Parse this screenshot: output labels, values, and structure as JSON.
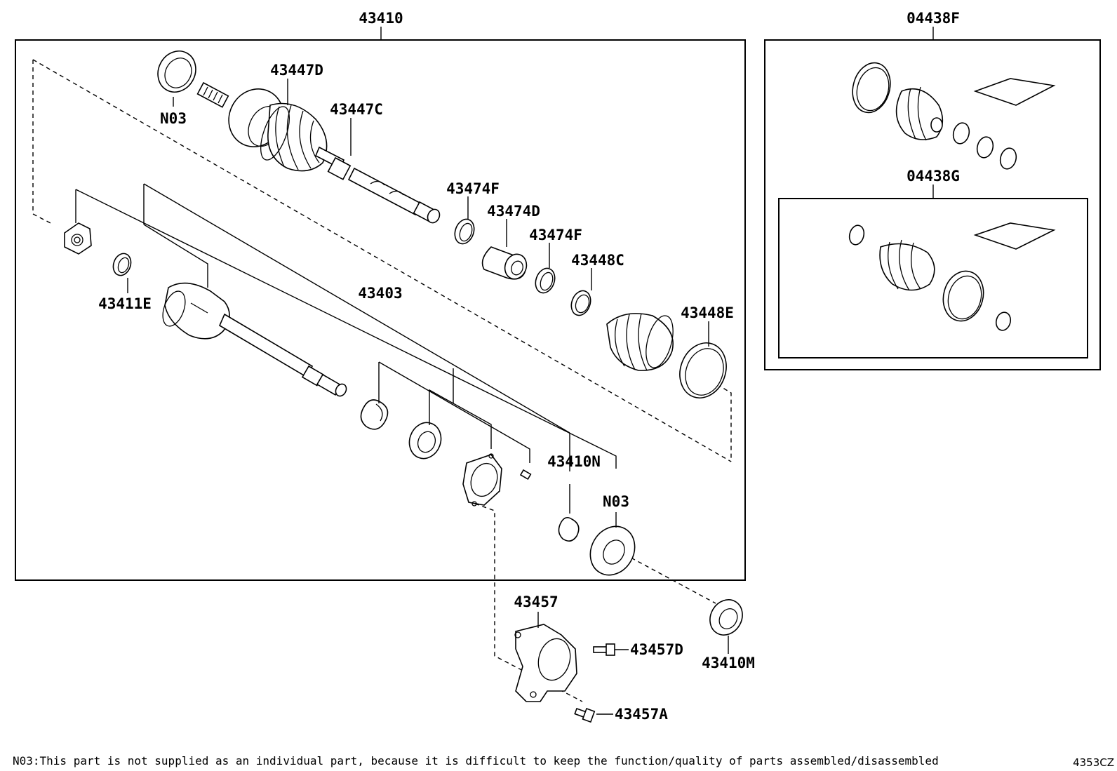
{
  "groups": {
    "main_kit": "43410",
    "boot_kit_outer": "04438F",
    "boot_kit_inner": "04438G"
  },
  "parts": {
    "n03_top": "N03",
    "p43447D": "43447D",
    "p43447C": "43447C",
    "p43474F_a": "43474F",
    "p43474D": "43474D",
    "p43474F_b": "43474F",
    "p43448C": "43448C",
    "p43448E": "43448E",
    "p43411E": "43411E",
    "p43403": "43403",
    "p43410N": "43410N",
    "n03_bottom": "N03",
    "p43457": "43457",
    "p43457D": "43457D",
    "p43457A": "43457A",
    "p43410M": "43410M"
  },
  "footnote": "N03:This part is not supplied as an individual part, because it is difficult to keep the function/quality of parts assembled/disassembled",
  "diagram_code": "4353CZ"
}
